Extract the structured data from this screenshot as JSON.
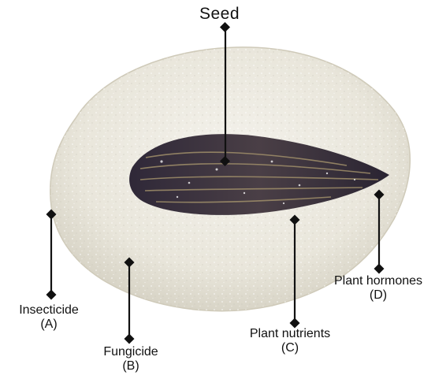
{
  "labels": {
    "seed": "Seed",
    "insecticide": {
      "name": "Insecticide",
      "letter": "(A)"
    },
    "fungicide": {
      "name": "Fungicide",
      "letter": "(B)"
    },
    "plant_nutrients": {
      "name": "Plant nutrients",
      "letter": "(C)"
    },
    "plant_hormones": {
      "name": "Plant hormones",
      "letter": "(D)"
    }
  },
  "colors": {
    "coating": "#efece4",
    "seed_body": "#3e3446",
    "seed_stripe": "#8c7a5c",
    "leader_line": "#111111",
    "background": "#ffffff"
  }
}
